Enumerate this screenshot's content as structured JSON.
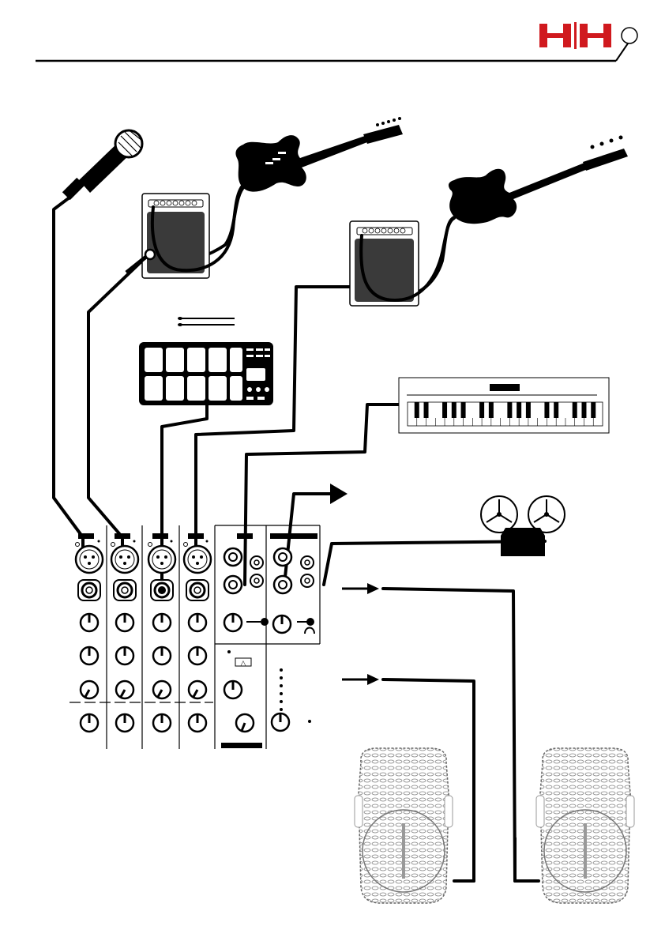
{
  "header": {
    "logo_text": "HH",
    "accent_color": "#d0191e",
    "line_color": "#000000"
  },
  "diagram": {
    "sources": [
      {
        "name": "microphone",
        "icon": "microphone-icon"
      },
      {
        "name": "electric-guitar",
        "icon": "electric-guitar-icon"
      },
      {
        "name": "bass-guitar",
        "icon": "bass-guitar-icon"
      },
      {
        "name": "guitar-amplifier",
        "icon": "amplifier-icon"
      },
      {
        "name": "bass-amplifier",
        "icon": "amplifier-icon"
      },
      {
        "name": "drum-pad",
        "icon": "drum-pad-icon"
      },
      {
        "name": "keyboard",
        "icon": "keyboard-icon"
      },
      {
        "name": "tape-recorder",
        "icon": "tape-reel-icon"
      },
      {
        "name": "speaker-left",
        "icon": "speaker-icon"
      },
      {
        "name": "speaker-right",
        "icon": "speaker-icon"
      }
    ],
    "mixer": {
      "mono_channels": 4,
      "stereo_channels": 2,
      "warning_glyph": "△"
    }
  }
}
